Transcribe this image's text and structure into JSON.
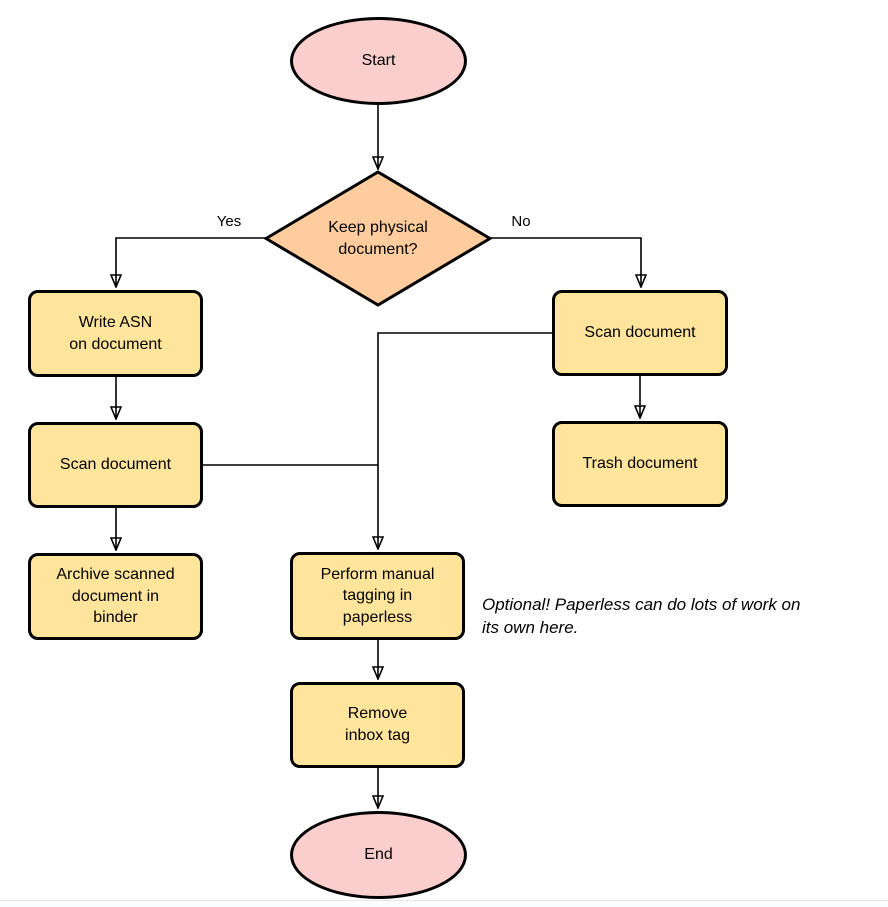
{
  "colors": {
    "terminal_fill": "#F9CECC",
    "decision_fill": "#FFCC9E",
    "process_fill": "#FFE49C",
    "stroke": "#000000",
    "canvas_bg": "#ffffff",
    "footer_divider": "#e8e8e8",
    "footer_bg": "#fafbfc"
  },
  "nodes": {
    "start": {
      "label": "Start",
      "type": "terminal"
    },
    "decision": {
      "label": "Keep physical\ndocument?",
      "type": "decision"
    },
    "write_asn": {
      "label": "Write ASN\non document",
      "type": "process"
    },
    "scan_left": {
      "label": "Scan document",
      "type": "process"
    },
    "archive": {
      "label": "Archive scanned\ndocument in\nbinder",
      "type": "process"
    },
    "scan_right": {
      "label": "Scan document",
      "type": "process"
    },
    "trash": {
      "label": "Trash document",
      "type": "process"
    },
    "perform_tagging": {
      "label": "Perform manual\ntagging in\npaperless",
      "type": "process"
    },
    "remove_inbox": {
      "label": "Remove\ninbox tag",
      "type": "process"
    },
    "end": {
      "label": "End",
      "type": "terminal"
    }
  },
  "edge_labels": {
    "yes": "Yes",
    "no": "No"
  },
  "annotation": {
    "text": "Optional! Paperless can do lots of work on\nits own here."
  }
}
